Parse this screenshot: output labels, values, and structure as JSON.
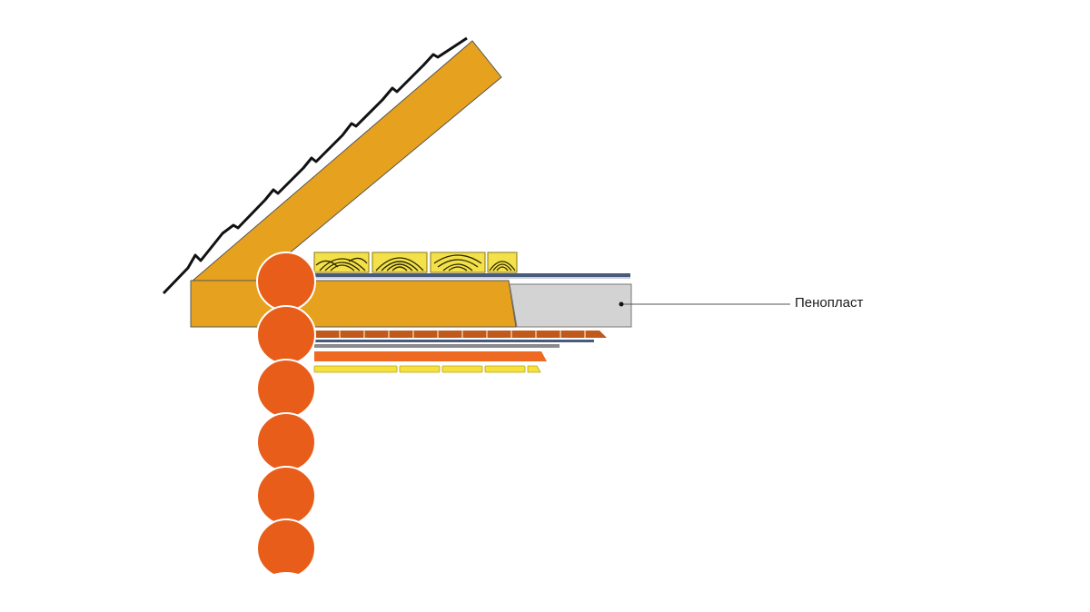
{
  "labels": {
    "foam": "Пенопласт"
  },
  "colors": {
    "rafter": "#E6A21E",
    "log": "#E85D1A",
    "foam": "#D3D3D3",
    "board": "#F4E04A",
    "grain": "#2B2B00",
    "roof": "#111111",
    "membrane": "#4A5A7A",
    "ceiling_strip": "#C0591B",
    "film": "#8A8A8A",
    "orange_layer": "#EE6A22",
    "yellow_layer": "#F6E03A",
    "outline": "#555555"
  },
  "icons": {
    "log": "round-log-cross-section",
    "board": "lumber-end-grain"
  }
}
